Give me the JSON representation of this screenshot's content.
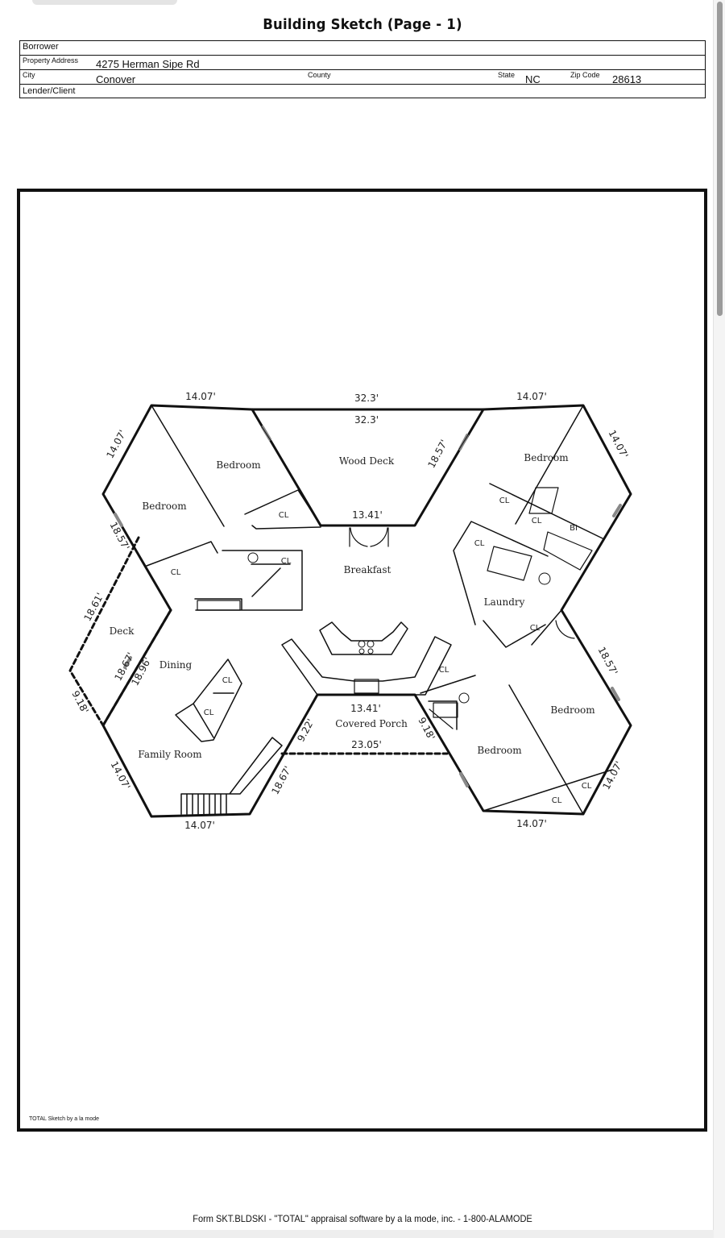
{
  "header": {
    "title": "Building Sketch (Page - 1)",
    "borrower_label": "Borrower",
    "address_label": "Property Address",
    "address_value": "4275 Herman Sipe Rd",
    "city_label": "City",
    "city_value": "Conover",
    "county_label": "County",
    "state_label": "State",
    "state_value": "NC",
    "zip_label": "Zip Code",
    "zip_value": "28613",
    "lender_label": "Lender/Client"
  },
  "rooms": {
    "bedroom_top_left": "Bedroom",
    "bedroom_left": "Bedroom",
    "wood_deck": "Wood Deck",
    "bedroom_top_right": "Bedroom",
    "breakfast": "Breakfast",
    "laundry": "Laundry",
    "deck": "Deck",
    "dining": "Dining",
    "family_room": "Family Room",
    "covered_porch": "Covered Porch",
    "bedroom_right": "Bedroom",
    "bedroom_bottom_right": "Bedroom"
  },
  "closets": {
    "cl": "CL",
    "bi": "BI"
  },
  "dimensions": {
    "d1": "14.07'",
    "d2": "32.3'",
    "d3": "14.07'",
    "d4": "14.07'",
    "d5": "32.3'",
    "d6": "14.07'",
    "d7": "18.57'",
    "d8": "13.41'",
    "d9": "18.57'",
    "d10": "18.61'",
    "d11": "18.67'",
    "d12": "18.96'",
    "d13": "9.18'",
    "d14": "18.57'",
    "d15": "13.41'",
    "d16": "9.22'",
    "d17": "9.18'",
    "d18": "23.05'",
    "d19": "14.07'",
    "d20": "18.67'",
    "d21": "14.07'",
    "d22": "14.07'",
    "d23": "14.07'"
  },
  "credit": "TOTAL Sketch by a la mode",
  "footer": "Form SKT.BLDSKI - \"TOTAL\" appraisal software by a la mode, inc. - 1-800-ALAMODE"
}
